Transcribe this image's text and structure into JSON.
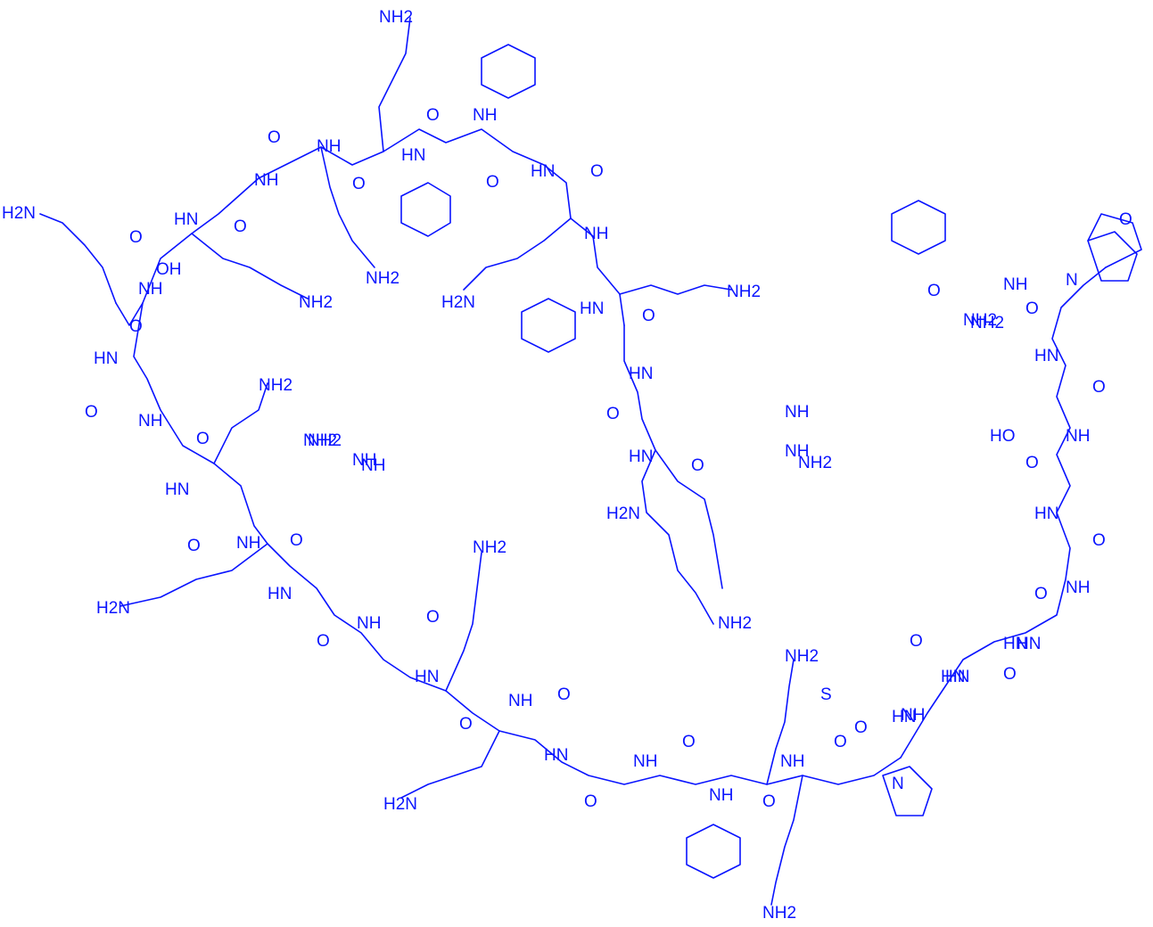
{
  "figure": {
    "line_color": "#0a14ff",
    "background": "#ffffff",
    "atom_labels": [
      "H2N",
      "NH2",
      "NH2",
      "NH2",
      "H2N",
      "NH2",
      "NH2",
      "H2N",
      "NH2",
      "NH2",
      "NH2",
      "H2N",
      "NH2",
      "H2N",
      "NH2",
      "NH2",
      "HN",
      "NH",
      "NH",
      "HN",
      "NH",
      "HN",
      "NH",
      "HN",
      "NH",
      "HN",
      "NH",
      "HN",
      "NH",
      "HN",
      "HN",
      "NH",
      "HN",
      "NH",
      "HN",
      "NH",
      "HN",
      "NH",
      "HN",
      "HN",
      "NH",
      "HN",
      "NH",
      "HN",
      "N",
      "NH",
      "NH",
      "HN",
      "HN",
      "NH",
      "HN",
      "NH",
      "NH",
      "N",
      "O",
      "O",
      "O",
      "O",
      "O",
      "O",
      "O",
      "O",
      "O",
      "O",
      "O",
      "O",
      "O",
      "O",
      "O",
      "O",
      "O",
      "O",
      "O",
      "O",
      "O",
      "O",
      "O",
      "O",
      "O",
      "O",
      "O",
      "O",
      "O",
      "O",
      "O",
      "O",
      "O",
      "OH",
      "HO",
      "S",
      "NH",
      "NH",
      "NH2",
      "NH2",
      "NH2"
    ]
  }
}
